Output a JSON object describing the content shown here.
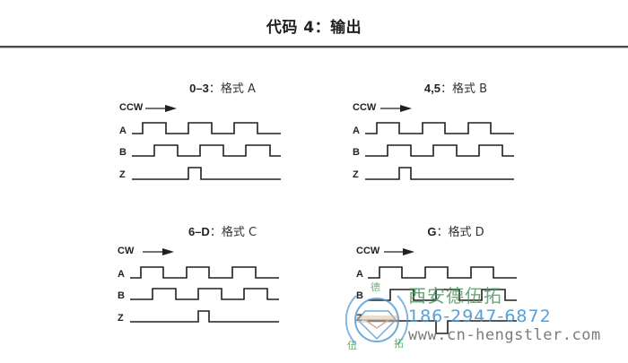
{
  "header": {
    "title": "代码 4：输出"
  },
  "panels": [
    {
      "code": "0–3",
      "separator": "：",
      "format_label": "格式 A",
      "direction": "CCW",
      "signals": [
        "A",
        "B",
        "Z"
      ]
    },
    {
      "code": "4,5",
      "separator": "：",
      "format_label": "格式 B",
      "direction": "CCW",
      "signals": [
        "A",
        "B",
        "Z"
      ]
    },
    {
      "code": "6–D",
      "separator": "：",
      "format_label": "格式 C",
      "direction": "CW",
      "signals": [
        "A",
        "B",
        "Z"
      ]
    },
    {
      "code": "G",
      "separator": "：",
      "format_label": "格式 D",
      "direction": "CCW",
      "signals": [
        "A",
        "B",
        "Z"
      ]
    }
  ],
  "watermark": {
    "company": "西安德伍拓",
    "phone": "186-2947-6872",
    "url": "www.cn-hengstler.com",
    "logo_chars": [
      "德",
      "伍",
      "拓"
    ]
  },
  "colors": {
    "line": "#231f20",
    "rule": "#4a4a4a",
    "watermark_green": "#5a9a66",
    "watermark_blue": "#4a96d2",
    "watermark_gray": "#666666"
  }
}
